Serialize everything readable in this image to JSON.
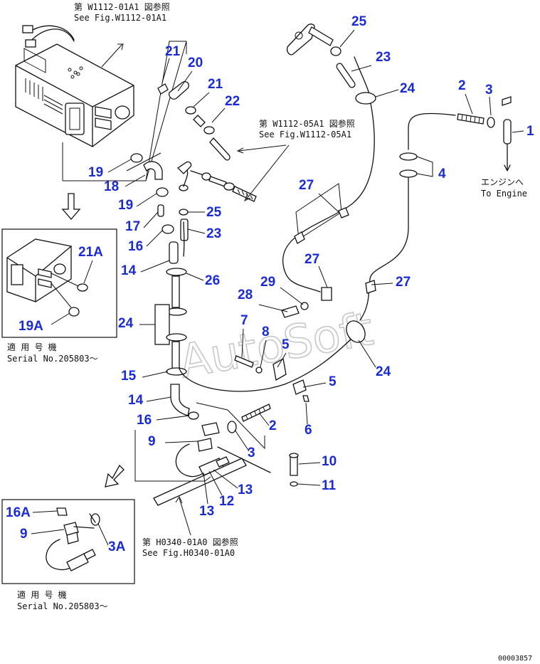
{
  "references": {
    "top_jp": "第 W1112-01A1 図参照",
    "top_en": "See Fig.W1112-01A1",
    "mid_jp": "第 W1112-05A1 図参照",
    "mid_en": "See Fig.W1112-05A1",
    "bottom_jp": "第 H0340-01A0 図参照",
    "bottom_en": "See Fig.H0340-01A0",
    "engine_jp": "エンジンへ",
    "engine_en": "To Engine"
  },
  "inset_upper": {
    "serial_jp": "適 用 号 機",
    "serial_en": "Serial No.205803～"
  },
  "inset_lower": {
    "serial_jp": "適 用 号 機",
    "serial_en": "Serial No.205803～"
  },
  "watermark": "AutoSoft",
  "footer_code": "00003857",
  "callouts": {
    "c1": "1",
    "c2a": "2",
    "c2b": "2",
    "c3a": "3",
    "c3b": "3",
    "c4": "4",
    "c5a": "5",
    "c5b": "5",
    "c6": "6",
    "c7": "7",
    "c8": "8",
    "c9": "9",
    "c10": "10",
    "c11": "11",
    "c12": "12",
    "c13a": "13",
    "c13b": "13",
    "c14a": "14",
    "c14b": "14",
    "c15": "15",
    "c16a": "16",
    "c16b": "16",
    "c17": "17",
    "c18": "18",
    "c19a": "19",
    "c19b": "19",
    "c20": "20",
    "c21a": "21",
    "c21b": "21",
    "c22": "22",
    "c23a": "23",
    "c23b": "23",
    "c24a": "24",
    "c24b": "24",
    "c24c": "24",
    "c25a": "25",
    "c25b": "25",
    "c26": "26",
    "c27a": "27",
    "c27b": "27",
    "c27c": "27",
    "c28": "28",
    "c29": "29",
    "c21A": "21A",
    "c19A": "19A",
    "c16A": "16A",
    "c9i": "9",
    "c3A": "3A"
  },
  "colors": {
    "callout": "#1a2bd6",
    "line": "#111111",
    "watermark": "#9a9a9a"
  }
}
